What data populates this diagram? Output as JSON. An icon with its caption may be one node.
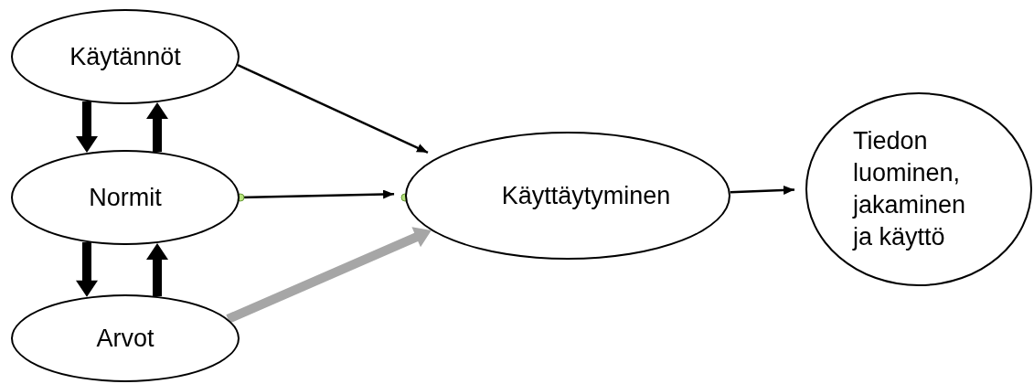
{
  "diagram": {
    "nodes": [
      {
        "text": [
          "Käytännöt"
        ]
      },
      {
        "text": [
          "Normit"
        ]
      },
      {
        "text": [
          "Arvot"
        ]
      },
      {
        "text": [
          "Käyttäytyminen"
        ]
      },
      {
        "text": [
          "Tiedon luominen, jakaminen ja käyttö"
        ]
      }
    ],
    "edges": [
      {
        "from": 0,
        "to": 3,
        "arrow": "to"
      },
      {
        "from": 1,
        "to": 3,
        "arrow": "to"
      },
      {
        "from": 2,
        "to": 3,
        "arrow": "to",
        "style": "thick",
        "color": "#a6a6a6"
      },
      {
        "from": 3,
        "to": 4,
        "arrow": "to"
      },
      {
        "from": 0,
        "to": 1,
        "arrow": "to",
        "style": "thick"
      },
      {
        "from": 1,
        "to": 0,
        "arrow": "to",
        "style": "thick"
      },
      {
        "from": 1,
        "to": 2,
        "arrow": "to",
        "style": "thick"
      },
      {
        "from": 2,
        "to": 1,
        "arrow": "to",
        "style": "thick"
      }
    ]
  }
}
